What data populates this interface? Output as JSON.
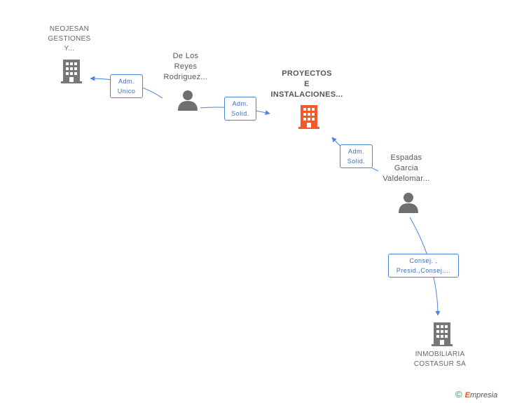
{
  "nodes": {
    "neojesan": {
      "lines": [
        "NEOJESAN",
        "GESTIONES",
        "Y..."
      ]
    },
    "delosreyes": {
      "lines": [
        "De Los",
        "Reyes",
        "Rodriguez..."
      ]
    },
    "proyectos": {
      "lines": [
        "PROYECTOS",
        "E",
        "INSTALACIONES..."
      ]
    },
    "espadas": {
      "lines": [
        "Espadas",
        "Garcia",
        "Valdelomar..."
      ]
    },
    "inmobiliaria": {
      "lines": [
        "INMOBILIARIA",
        "COSTASUR SA"
      ]
    }
  },
  "edges": {
    "e1": {
      "lines": [
        "Adm.",
        "Unico"
      ]
    },
    "e2": {
      "lines": [
        "Adm.",
        "Solid."
      ]
    },
    "e3": {
      "lines": [
        "Adm.",
        "Solid."
      ]
    },
    "e4": {
      "lines": [
        "Consej. ,",
        "Presid.,Consej...."
      ]
    }
  },
  "footer": {
    "copyright": "©",
    "brand_first": "E",
    "brand_rest": "mpresia"
  },
  "colors": {
    "company_icon": "#777777",
    "main_company_icon": "#f05a28",
    "person_icon": "#6f6f6f",
    "edge": "#4a86d8"
  }
}
